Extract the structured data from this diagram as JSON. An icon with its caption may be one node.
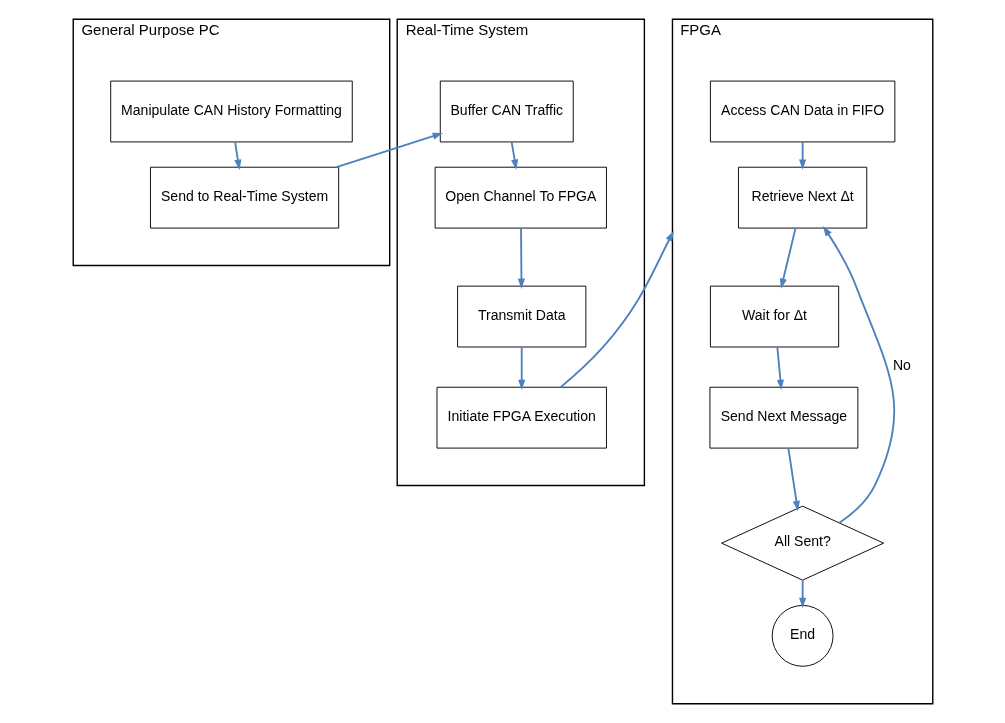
{
  "diagram": {
    "nodes": [
      {
        "text": [
          "General Purpose PC"
        ]
      },
      {
        "text": [
          "Manipulate CAN History Formatting"
        ],
        "in": 0
      },
      {
        "text": [
          "Send to Real-Time System"
        ],
        "in": 0
      },
      {
        "text": [
          "Real-Time System"
        ]
      },
      {
        "text": [
          "Buffer CAN Traffic"
        ],
        "in": 3
      },
      {
        "text": [
          "Open Channel To FPGA"
        ],
        "in": 3
      },
      {
        "text": [
          "Transmit Data"
        ],
        "in": 3
      },
      {
        "text": [
          "Initiate FPGA Execution"
        ],
        "in": 3
      },
      {
        "text": [
          "FPGA"
        ]
      },
      {
        "text": [
          "Access CAN Data in FIFO"
        ],
        "in": 8
      },
      {
        "text": [
          "Retrieve Next Δt"
        ],
        "in": 8
      },
      {
        "text": [
          "Wait for Δt"
        ],
        "in": 8
      },
      {
        "text": [
          "Send Next Message"
        ],
        "in": 8
      },
      {
        "text": [
          "All Sent?"
        ],
        "in": 8
      },
      {
        "text": [
          "End"
        ],
        "in": 8
      }
    ],
    "edges": [
      {
        "from": 1,
        "to": 2,
        "arrow": "to"
      },
      {
        "from": 2,
        "to": 4,
        "arrow": "to"
      },
      {
        "from": 4,
        "to": 5,
        "arrow": "to"
      },
      {
        "from": 5,
        "to": 6,
        "arrow": "to"
      },
      {
        "from": 6,
        "to": 7,
        "arrow": "to"
      },
      {
        "from": 7,
        "to": 8,
        "arrow": "to"
      },
      {
        "from": 9,
        "to": 10,
        "arrow": "to"
      },
      {
        "from": 10,
        "to": 11,
        "arrow": "to"
      },
      {
        "from": 11,
        "to": 12,
        "arrow": "to"
      },
      {
        "from": 12,
        "to": 13,
        "arrow": "to"
      },
      {
        "from": 13,
        "to": 10,
        "arrow": "to",
        "label": "No"
      },
      {
        "from": 13,
        "to": 14,
        "arrow": "to"
      }
    ]
  }
}
